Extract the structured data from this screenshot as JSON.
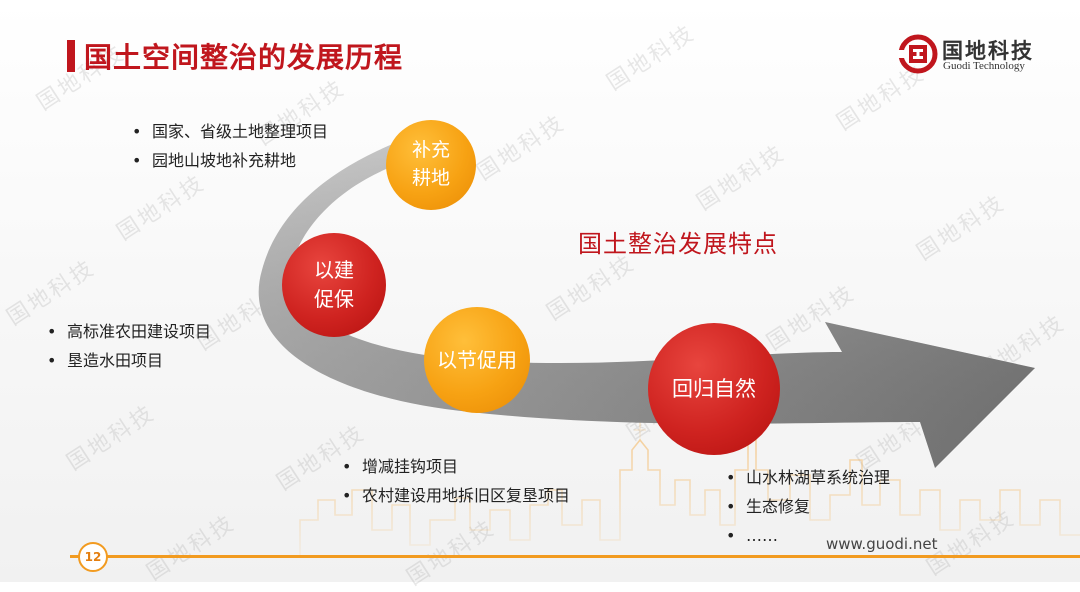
{
  "header": {
    "title": "国土空间整治的发展历程",
    "logo_cn": "国地科技",
    "logo_en": "Guodi Technology"
  },
  "colors": {
    "accent_red": "#c0161d",
    "orange": "#f7a213",
    "circle_red": "#cf2320",
    "footer_orange": "#f29b20"
  },
  "diagram": {
    "features_title": "国土整治发展特点",
    "stages": [
      {
        "label": "补充\n耕地",
        "color": "orange"
      },
      {
        "label": "以建\n促保",
        "color": "red"
      },
      {
        "label": "以节促用",
        "color": "orange"
      },
      {
        "label": "回归自然",
        "color": "red"
      }
    ]
  },
  "bullets": {
    "group1": [
      "国家、省级土地整理项目",
      "园地山坡地补充耕地"
    ],
    "group2": [
      "高标准农田建设项目",
      "垦造水田项目"
    ],
    "group3": [
      "增减挂钩项目",
      "农村建设用地拆旧区复垦项目"
    ],
    "group4": [
      "山水林湖草系统治理",
      "生态修复",
      "……"
    ]
  },
  "footer": {
    "page_number": "12",
    "url": "www.guodi.net"
  },
  "watermark_text": "国地科技"
}
